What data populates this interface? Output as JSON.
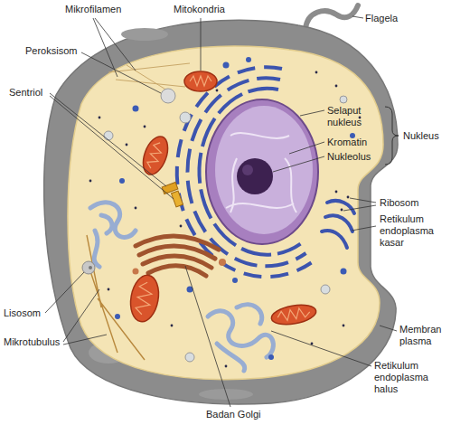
{
  "diagram": {
    "labels": [
      "Mikrofilamen",
      "Mitokondria",
      "Peroksisom",
      "Flagela",
      "Sentriol",
      "Selaput nukleus",
      "Kromatin",
      "Nukleolus",
      "Nukleus",
      "Ribosom",
      "Retikulum endoplasma kasar",
      "Lisosom",
      "Mikrotubulus",
      "Membran plasma",
      "Retikulum endoplasma halus",
      "Badan Golgi"
    ]
  }
}
